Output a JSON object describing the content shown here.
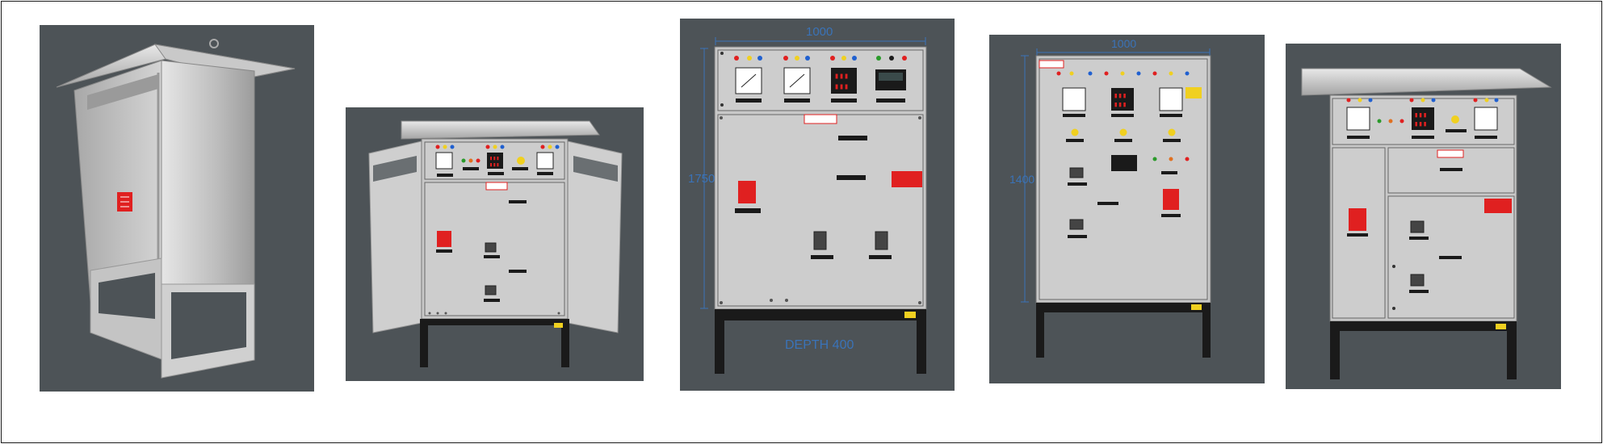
{
  "panels": [
    {
      "name": "outdoor-enclosure-view"
    },
    {
      "name": "open-door-panel-view"
    },
    {
      "name": "dimensioned-panel-1000x1750"
    },
    {
      "name": "dimensioned-panel-1000x1400"
    },
    {
      "name": "canopy-panel-view"
    }
  ],
  "dimensions": {
    "panel3_width": "1000",
    "panel3_height": "1750",
    "panel3_depth": "DEPTH 400",
    "panel4_width": "1000",
    "panel4_height": "1400"
  },
  "colors": {
    "background": "#4d5357",
    "cabinet": "#c8c8c8",
    "dimension": "#3a73b8",
    "danger": "#e02020",
    "meter": "#1a1a1a"
  }
}
